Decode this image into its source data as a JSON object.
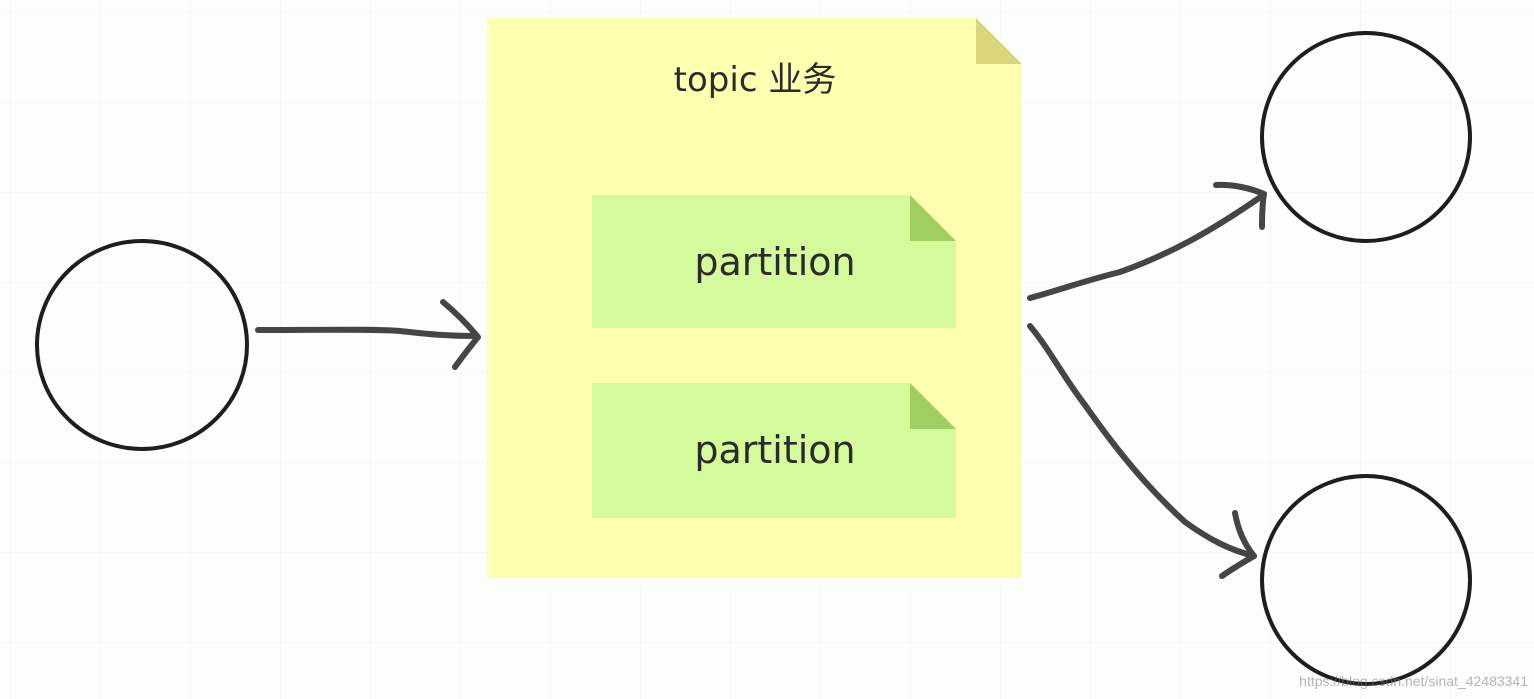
{
  "topic": {
    "title": "topic 业务",
    "fill_color": "#ffffb0",
    "fold_color": "#d9d77a"
  },
  "partitions": [
    {
      "label": "partition"
    },
    {
      "label": "partition"
    }
  ],
  "partition_style": {
    "fill_color": "#d4fa9c",
    "fold_color": "#9fcf60"
  },
  "nodes": {
    "producer": {
      "label": ""
    },
    "consumer_top": {
      "label": ""
    },
    "consumer_bottom": {
      "label": ""
    }
  },
  "edges": [
    {
      "from": "producer",
      "to": "topic"
    },
    {
      "from": "topic",
      "to": "consumer_top"
    },
    {
      "from": "topic",
      "to": "consumer_bottom"
    }
  ],
  "stroke_color": "#454545",
  "watermark": "https://blog.csdn.net/sinat_42483341"
}
